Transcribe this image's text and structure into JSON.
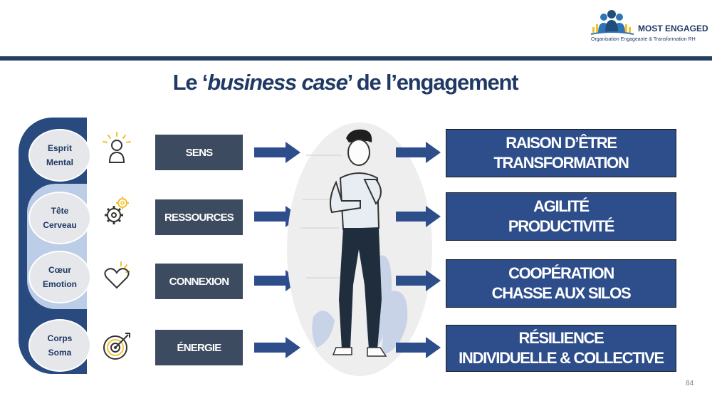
{
  "logo": {
    "title": "MOST ENGAGED",
    "subtitle": "Organisation Engageante & Transformation RH"
  },
  "title": {
    "prefix": "Le ‘",
    "italic": "business case",
    "suffix": "’ de l’engagement"
  },
  "ovals": [
    {
      "line1": "Esprit",
      "line2": "Mental"
    },
    {
      "line1": "Tête",
      "line2": "Cerveau"
    },
    {
      "line1": "Cœur",
      "line2": "Emotion"
    },
    {
      "line1": "Corps",
      "line2": "Soma"
    }
  ],
  "middle": [
    {
      "label": "SENS"
    },
    {
      "label": "RESSOURCES"
    },
    {
      "label": "CONNEXION"
    },
    {
      "label": "ÉNERGIE"
    }
  ],
  "results": [
    {
      "line1": "RAISON D’ÊTRE",
      "line2": "TRANSFORMATION"
    },
    {
      "line1": "AGILITÉ",
      "line2": "PRODUCTIVITÉ"
    },
    {
      "line1": "COOPÉRATION",
      "line2": "CHASSE AUX SILOS"
    },
    {
      "line1": "RÉSILIENCE",
      "line2": "INDIVIDUELLE & COLLECTIVE"
    }
  ],
  "icons": [
    "idea-person-icon",
    "gears-icon",
    "heart-icon",
    "target-icon"
  ],
  "colors": {
    "navy": "#1f3864",
    "box_dark": "#3c4b5f",
    "box_blue": "#2d4d8b",
    "accent_yellow": "#f2c12e",
    "arrow": "#2d4d8b"
  },
  "page_number": "84"
}
